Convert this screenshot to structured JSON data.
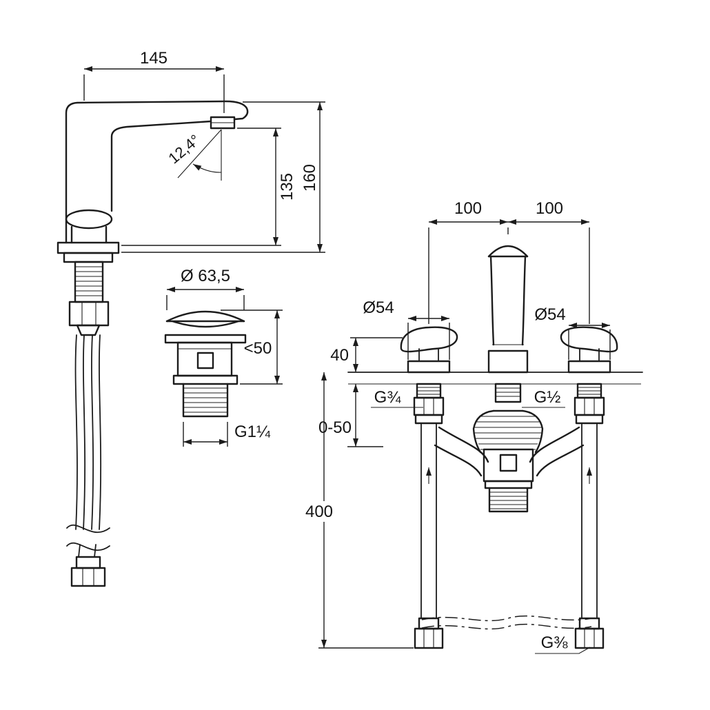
{
  "drawing": {
    "background": "#ffffff",
    "line_color": "#1c1c1c",
    "side_view": {
      "spout_reach": "145",
      "total_height": "160",
      "spout_height": "135",
      "stream_angle": "12,4°"
    },
    "drain": {
      "cap_diameter": "Ø 63,5",
      "height_max": "<50",
      "thread": "G1¼"
    },
    "front_view": {
      "spacing_left": "100",
      "spacing_right": "100",
      "rosette_left": "Ø54",
      "rosette_right": "Ø54",
      "body_height": "40",
      "valve_thread": "G¾",
      "spout_thread": "G½",
      "deck_range": "0-50",
      "hose_length": "400",
      "hose_thread": "G⅜"
    }
  }
}
